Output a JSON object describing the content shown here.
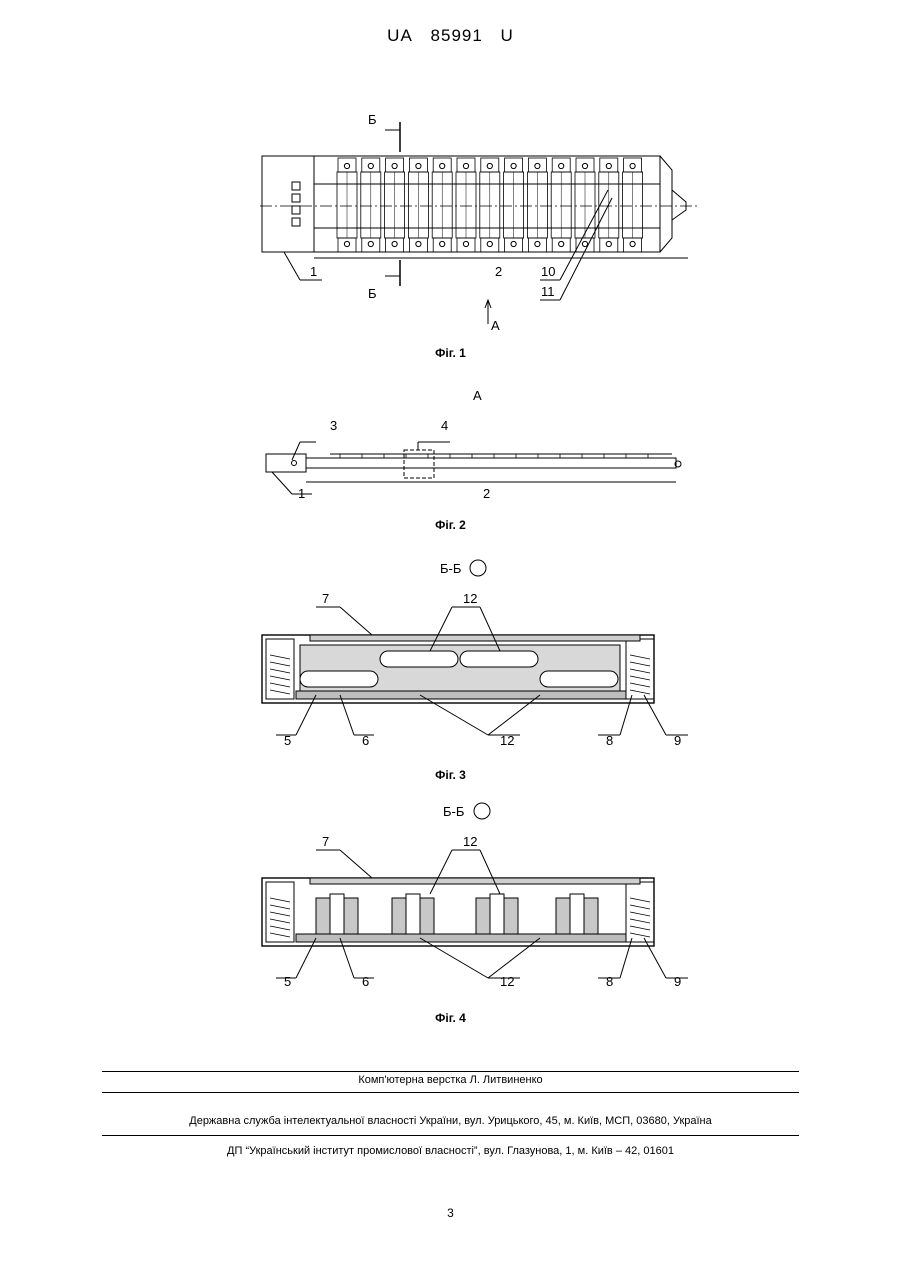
{
  "header": {
    "country": "UA",
    "number": "85991",
    "kind": "U"
  },
  "fig1": {
    "caption": "Фіг. 1",
    "section_letter_top": "Б",
    "section_letter_bottom": "Б",
    "view_letter": "A",
    "callouts": [
      "1",
      "2",
      "10",
      "11"
    ]
  },
  "fig2": {
    "caption": "Фіг. 2",
    "view_title": "A",
    "callouts": [
      "3",
      "4",
      "1",
      "2"
    ]
  },
  "fig3": {
    "caption": "Фіг. 3",
    "section_title": "Б-Б",
    "callouts": [
      "7",
      "12",
      "5",
      "6",
      "12",
      "8",
      "9"
    ]
  },
  "fig4": {
    "caption": "Фіг. 4",
    "section_title": "Б-Б",
    "callouts": [
      "7",
      "12",
      "5",
      "6",
      "12",
      "8",
      "9"
    ]
  },
  "footer": {
    "typesetting": "Комп'ютерна верстка Л. Литвиненко",
    "agency": "Державна служба інтелектуальної власності України, вул. Урицького, 45, м. Київ, МСП, 03680, Україна",
    "institute": "ДП “Український інститут промислової власності”, вул. Глазунова, 1, м. Київ – 42, 01601"
  },
  "page_number": "3"
}
